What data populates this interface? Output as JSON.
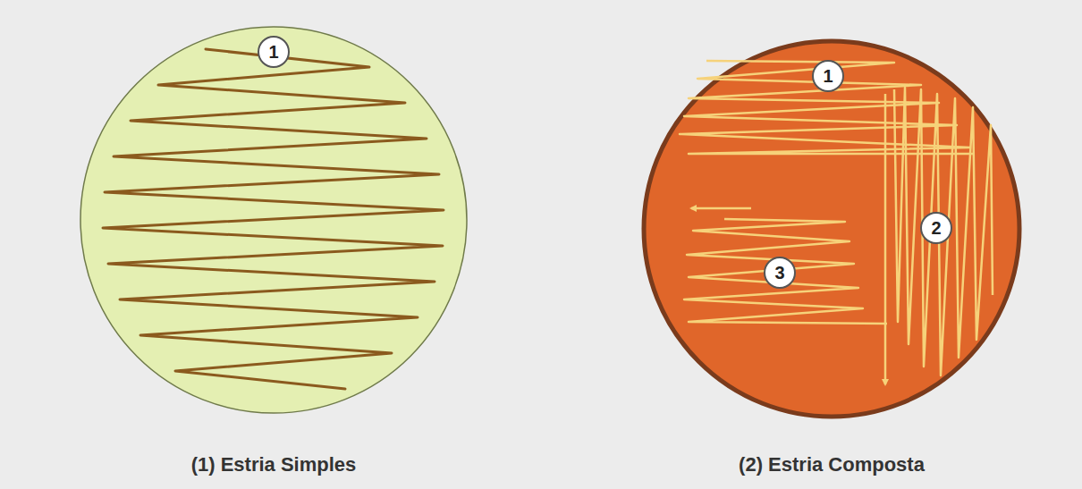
{
  "diagram": {
    "nodes": [
      {
        "text": [
          "(1) Estria Simples"
        ]
      },
      {
        "text": [
          "1"
        ],
        "in": 0
      },
      {
        "text": [
          "(2) Estria Composta"
        ]
      },
      {
        "text": [
          "1"
        ],
        "in": 2
      },
      {
        "text": [
          "2"
        ],
        "in": 2
      },
      {
        "text": [
          "3"
        ],
        "in": 2
      }
    ]
  }
}
